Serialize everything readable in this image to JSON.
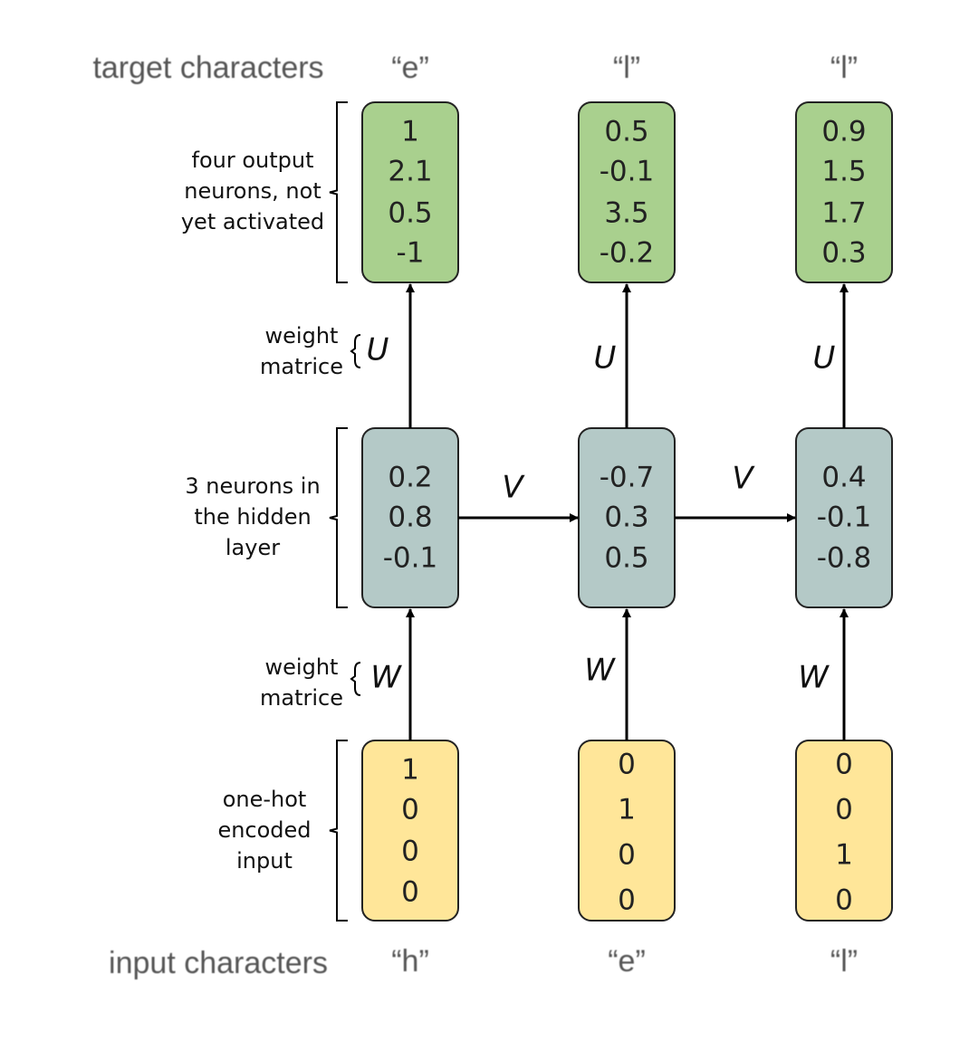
{
  "headers": {
    "target": "target characters",
    "input": "input characters"
  },
  "target_chars": [
    "“e”",
    "“l”",
    "“l”"
  ],
  "input_chars": [
    "“h”",
    "“e”",
    "“l”"
  ],
  "output_layer": {
    "color": "#a9d08e",
    "values": [
      [
        "1",
        "2.1",
        "0.5",
        "-1"
      ],
      [
        "0.5",
        "-0.1",
        "3.5",
        "-0.2"
      ],
      [
        "0.9",
        "1.5",
        "1.7",
        "0.3"
      ]
    ]
  },
  "hidden_layer": {
    "color": "#b4c9c7",
    "values": [
      [
        "0.2",
        "0.8",
        "-0.1"
      ],
      [
        "-0.7",
        "0.3",
        "0.5"
      ],
      [
        "0.4",
        "-0.1",
        "-0.8"
      ]
    ]
  },
  "input_layer": {
    "color": "#ffe699",
    "values": [
      [
        "1",
        "0",
        "0",
        "0"
      ],
      [
        "0",
        "1",
        "0",
        "0"
      ],
      [
        "0",
        "0",
        "1",
        "0"
      ]
    ]
  },
  "matrices": {
    "U": "U",
    "V": "V",
    "W": "W"
  },
  "side_labels": {
    "output": [
      "four output",
      "neurons, not",
      "yet activated"
    ],
    "weight_u": [
      "weight",
      "matrice"
    ],
    "hidden": [
      "3 neurons in",
      "the hidden",
      "layer"
    ],
    "weight_w": [
      "weight",
      "matrice"
    ],
    "input": [
      "one-hot",
      "encoded",
      "input"
    ]
  }
}
